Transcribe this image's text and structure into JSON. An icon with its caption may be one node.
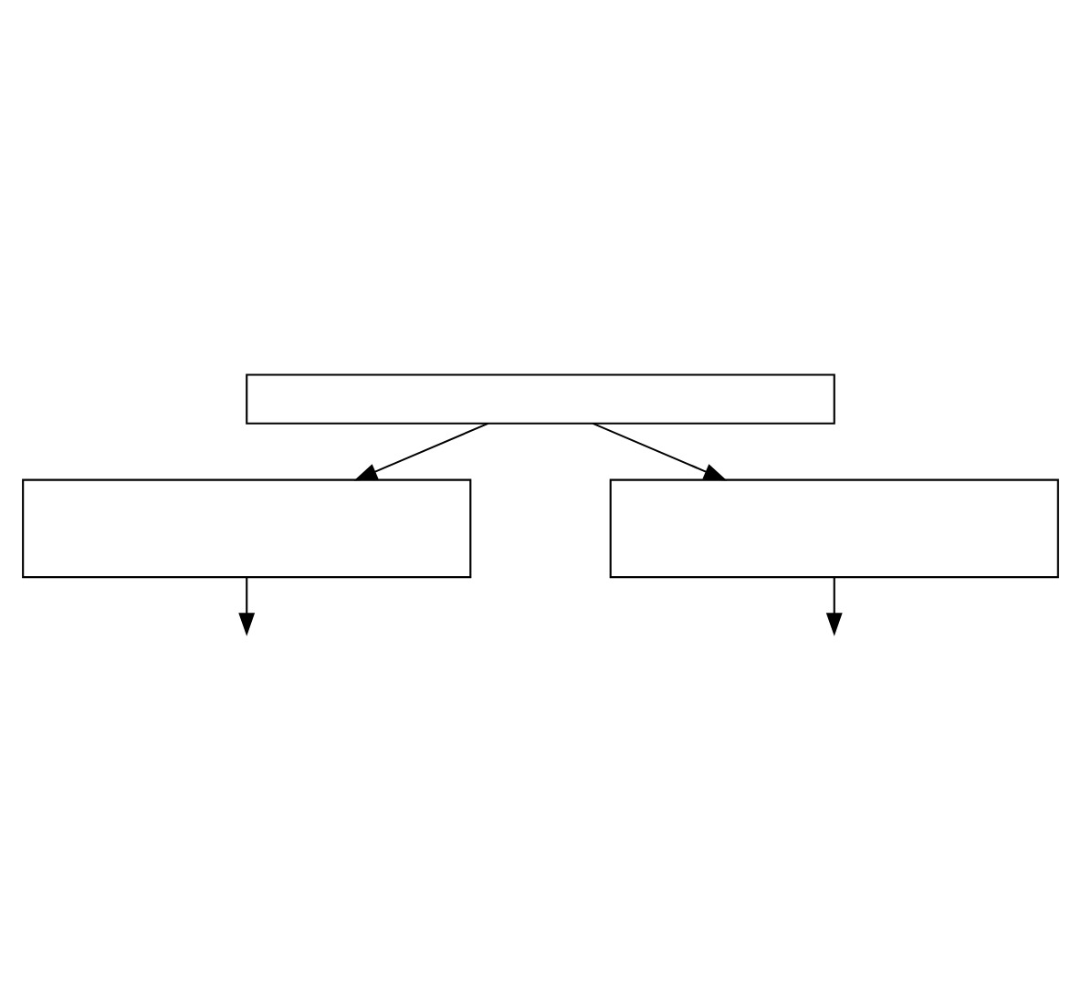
{
  "diagram": {
    "nodes": [
      {
        "text": [],
        "shape": "box"
      },
      {
        "text": [],
        "shape": "box"
      },
      {
        "text": [],
        "shape": "box"
      }
    ],
    "edges": [
      {
        "from": 0,
        "to": 1,
        "arrow": "to"
      },
      {
        "from": 0,
        "to": 2,
        "arrow": "to"
      },
      {
        "from": 1,
        "to": null,
        "arrow": "to"
      },
      {
        "from": 2,
        "to": null,
        "arrow": "to"
      }
    ]
  }
}
